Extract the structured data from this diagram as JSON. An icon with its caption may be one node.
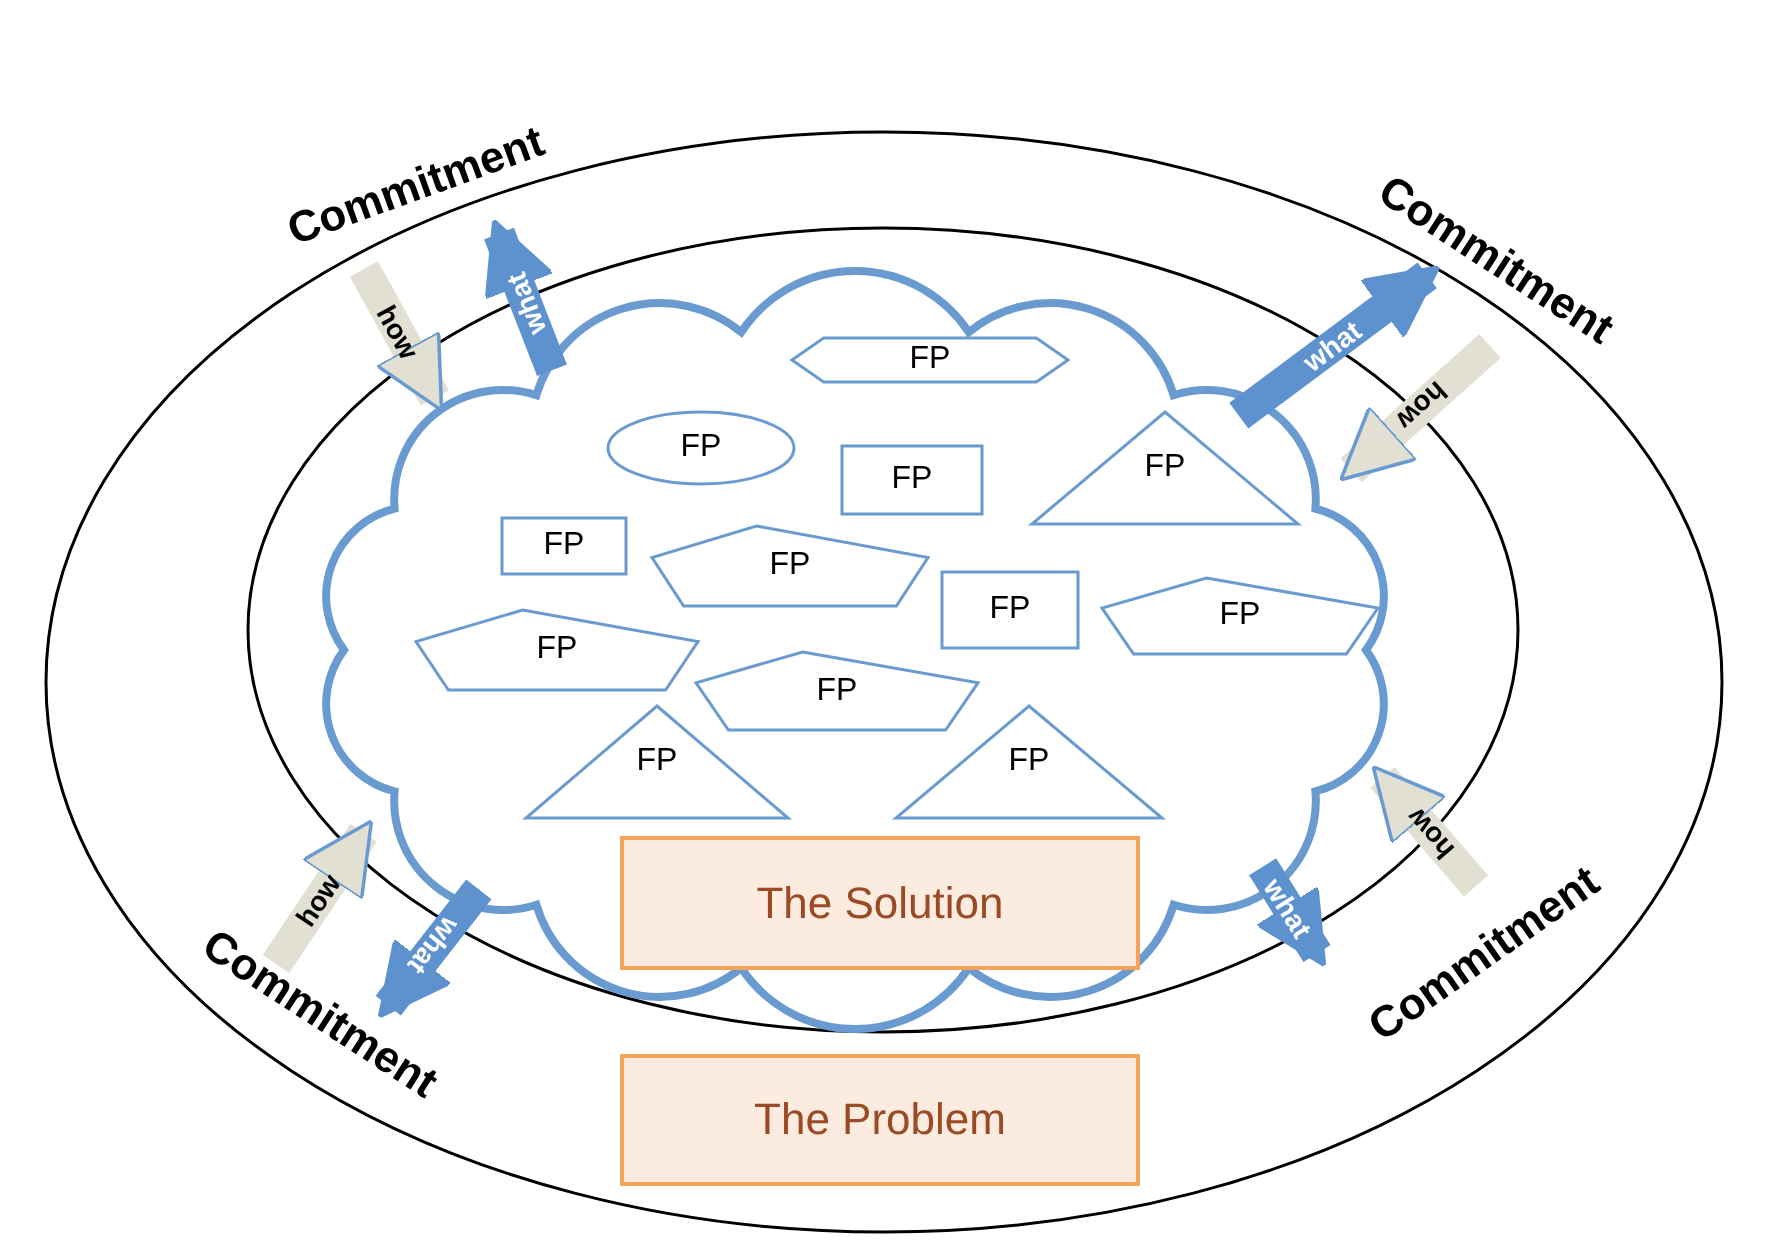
{
  "diagram": {
    "nodes": [
      {
        "text": [],
        "shape": "ellipse"
      },
      {
        "text": [],
        "shape": "ellipse",
        "in": 0
      },
      {
        "text": [],
        "shape": "cloud",
        "in": 1
      },
      {
        "text": [
          "Commitment"
        ],
        "in": 0
      },
      {
        "text": [
          "Commitment"
        ],
        "in": 0
      },
      {
        "text": [
          "FP"
        ],
        "in": 2
      },
      {
        "text": [
          "FP"
        ],
        "in": 2
      },
      {
        "text": [
          "FP"
        ],
        "in": 2
      },
      {
        "text": [
          "FP"
        ],
        "in": 2
      },
      {
        "text": [
          "FP"
        ],
        "in": 2
      },
      {
        "text": [
          "FP"
        ],
        "in": 2
      },
      {
        "text": [
          "FP"
        ],
        "in": 2
      },
      {
        "text": [
          "FP"
        ],
        "in": 2
      },
      {
        "text": [
          "FP"
        ],
        "in": 2
      },
      {
        "text": [
          "FP"
        ],
        "in": 2
      },
      {
        "text": [
          "FP"
        ],
        "in": 2
      },
      {
        "text": [
          "FP"
        ],
        "in": 2
      },
      {
        "text": [
          "The Solution"
        ],
        "in": 2
      },
      {
        "text": [
          "Commitment"
        ],
        "in": 0
      },
      {
        "text": [
          "Commitment"
        ],
        "in": 0
      },
      {
        "text": [
          "The Problem"
        ],
        "in": 0
      }
    ],
    "edges": [
      {
        "from": 3,
        "to": 2,
        "arrow": "to",
        "label": "how"
      },
      {
        "from": 2,
        "to": 3,
        "arrow": "to",
        "label": "what",
        "color": "#5d92cf"
      },
      {
        "from": 2,
        "to": 4,
        "arrow": "to",
        "label": "what",
        "color": "#5d92cf"
      },
      {
        "from": 4,
        "to": 2,
        "arrow": "to",
        "label": "how"
      },
      {
        "from": 18,
        "to": 2,
        "arrow": "to",
        "label": "how"
      },
      {
        "from": 2,
        "to": 18,
        "arrow": "to",
        "label": "what",
        "color": "#5d92cf"
      },
      {
        "from": 19,
        "to": 2,
        "arrow": "to",
        "label": "how"
      },
      {
        "from": 2,
        "to": 19,
        "arrow": "to",
        "label": "what",
        "color": "#5d92cf"
      }
    ]
  }
}
